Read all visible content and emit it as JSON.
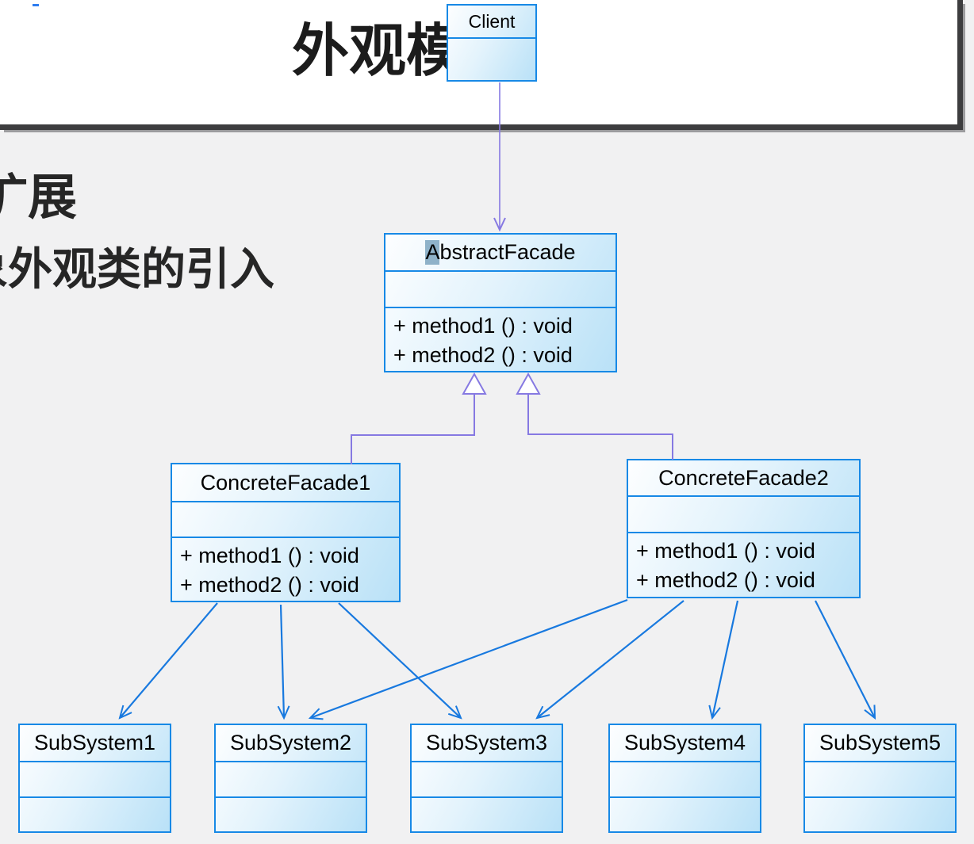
{
  "header": {
    "title": "外观模"
  },
  "notes": {
    "line1": "扩展",
    "line2": "象外观类的引入"
  },
  "uml": {
    "client": {
      "name": "Client"
    },
    "abstract_facade": {
      "name_head": "A",
      "name_tail": "bstractFacade",
      "methods": [
        "+ method1 () : void",
        "+ method2 () : void"
      ]
    },
    "concrete_facade_1": {
      "name": "ConcreteFacade1",
      "methods": [
        "+ method1 () : void",
        "+ method2 () : void"
      ]
    },
    "concrete_facade_2": {
      "name": "ConcreteFacade2",
      "methods": [
        "+ method1 () : void",
        "+ method2 () : void"
      ]
    },
    "subsystems": [
      {
        "name": "SubSystem1"
      },
      {
        "name": "SubSystem2"
      },
      {
        "name": "SubSystem3"
      },
      {
        "name": "SubSystem4"
      },
      {
        "name": "SubSystem5"
      }
    ]
  },
  "colors": {
    "class_border": "#1789e6",
    "class_fill_light": "#fdfeff",
    "class_fill_deep": "#b9e1f7",
    "dependency_line": "#1879df",
    "generalization_line": "#8679e2",
    "frame": "#3d3d3f",
    "canvas_bg": "#f1f1f2",
    "selection_highlight": "#8fb2c9",
    "accent_dash": "#2e7df0"
  }
}
